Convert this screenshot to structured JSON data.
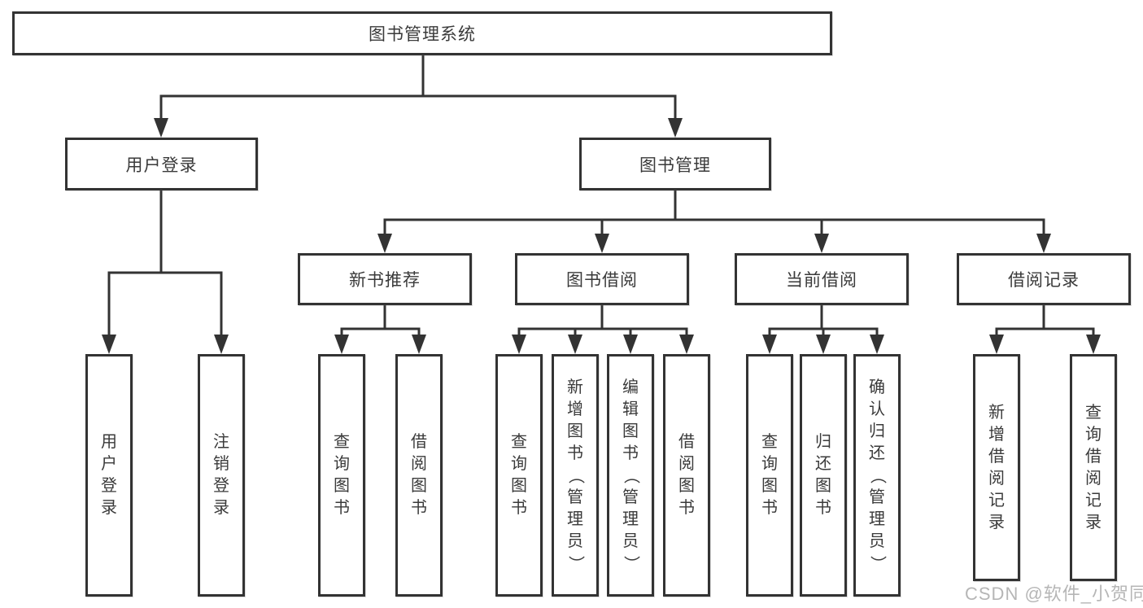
{
  "watermark": "CSDN @软件_小贺同学",
  "colors": {
    "line": "#333333",
    "text": "#3a3a3a",
    "watermark": "#b6b6b6",
    "background": "#ffffff"
  },
  "nodes": {
    "root": "图书管理系统",
    "level2": [
      "用户登录",
      "图书管理"
    ],
    "level3": [
      "新书推荐",
      "图书借阅",
      "当前借阅",
      "借阅记录"
    ],
    "leaves": [
      "用户登录",
      "注销登录",
      "查询图书",
      "借阅图书",
      "查询图书",
      "新增图书（管理员）",
      "编辑图书（管理员）",
      "借阅图书",
      "查询图书",
      "归还图书",
      "确认归还（管理员）",
      "新增借阅记录",
      "查询借阅记录"
    ]
  }
}
